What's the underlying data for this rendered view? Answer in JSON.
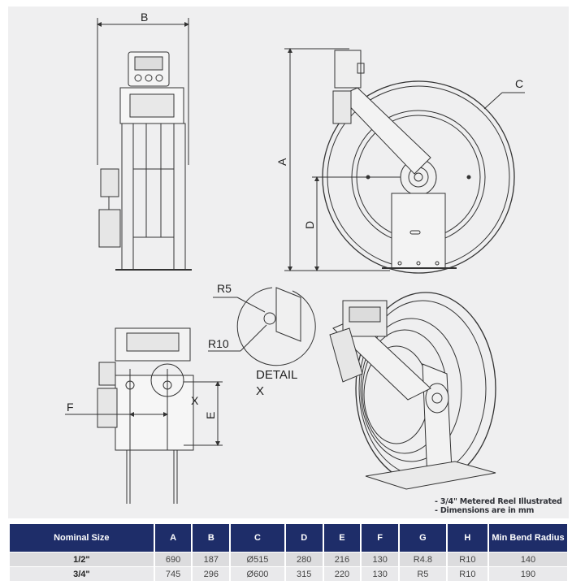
{
  "drawing": {
    "dim_labels": {
      "b": "B",
      "a": "A",
      "c": "C",
      "d": "D",
      "e": "E",
      "f": "F",
      "x": "X",
      "r5": "R5",
      "r10": "R10"
    },
    "detail_label_line1": "DETAIL",
    "detail_label_line2": "X"
  },
  "notes": [
    "- 3/4\" Metered Reel Illustrated",
    "- Dimensions are in mm"
  ],
  "table": {
    "headers": [
      "Nominal Size",
      "A",
      "B",
      "C",
      "D",
      "E",
      "F",
      "G",
      "H",
      "Min Bend Radius"
    ],
    "rows": [
      [
        "1/2\"",
        "690",
        "187",
        "Ø515",
        "280",
        "216",
        "130",
        "R4.8",
        "R10",
        "140"
      ],
      [
        "3/4\"",
        "745",
        "296",
        "Ø600",
        "315",
        "220",
        "130",
        "R5",
        "R10",
        "190"
      ]
    ]
  },
  "colors": {
    "header_bg": "#1e2d69",
    "row_bg_a": "#dcdcde",
    "row_bg_b": "#e9e9eb",
    "panel_bg": "#efeff0"
  }
}
